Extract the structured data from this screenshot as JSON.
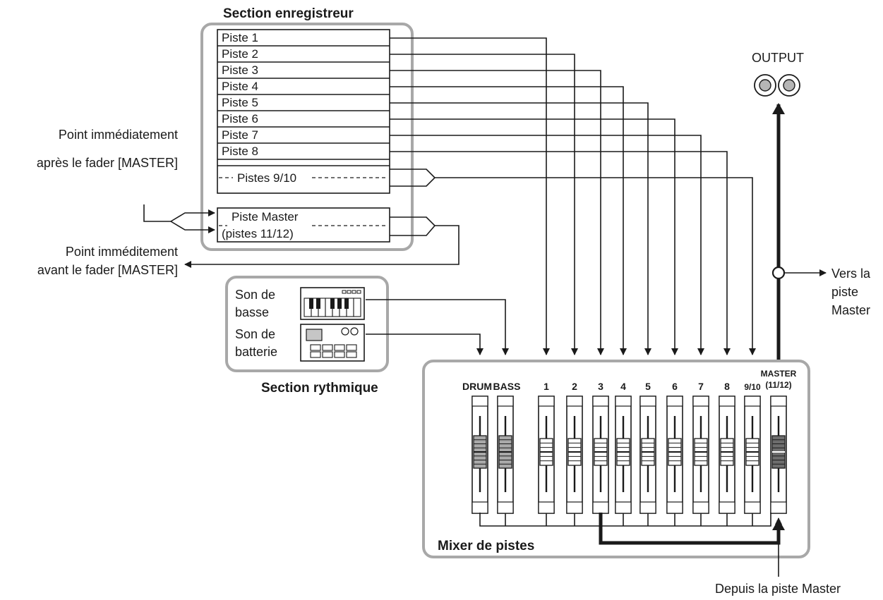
{
  "recorder": {
    "title": "Section enregistreur",
    "tracks": [
      "Piste 1",
      "Piste 2",
      "Piste 3",
      "Piste 4",
      "Piste 5",
      "Piste 6",
      "Piste 7",
      "Piste 8"
    ],
    "stereo_track": "Pistes 9/10",
    "master_track_line1": "Piste Master",
    "master_track_line2": "(pistes 11/12)"
  },
  "labels": {
    "after_fader_line1": "Point immédiatement",
    "after_fader_line2": "après le fader [MASTER]",
    "before_fader_line1": "Point imméditement",
    "before_fader_line2": "avant le fader [MASTER]",
    "output": "OUTPUT",
    "to_master_line1": "Vers la",
    "to_master_line2": "piste",
    "to_master_line3": "Master",
    "from_master": "Depuis la piste Master"
  },
  "rhythm": {
    "title": "Section rythmique",
    "bass_line1": "Son de",
    "bass_line2": "basse",
    "drum_line1": "Son de",
    "drum_line2": "batterie"
  },
  "mixer": {
    "title": "Mixer de pistes",
    "channels": [
      "DRUM",
      "BASS",
      "1",
      "2",
      "3",
      "4",
      "5",
      "6",
      "7",
      "8",
      "9/10"
    ],
    "master_line1": "MASTER",
    "master_line2": "(11/12)"
  }
}
